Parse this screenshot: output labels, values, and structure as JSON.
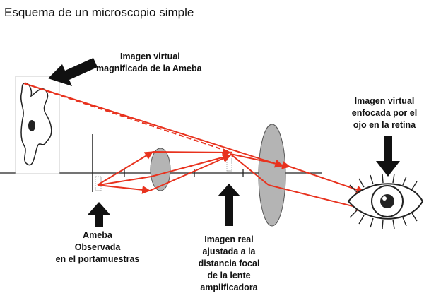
{
  "title": "Esquema de un microscopio simple",
  "labels": {
    "virtual_magnified": [
      "Imagen  virtual",
      "magnificada de la Ameba"
    ],
    "virtual_retina": [
      "Imagen virtual",
      "enfocada por el",
      "ojo en la retina"
    ],
    "ameba_observed": [
      "Ameba",
      "Observada",
      "en el portamuestras"
    ],
    "real_image": [
      "Imagen real",
      "ajustada a la",
      "distancia focal",
      "de la lente",
      "amplificadora"
    ]
  },
  "colors": {
    "ray": "#e8321e",
    "lens": "#b4b4b4",
    "outline": "#222222",
    "arrow": "#111111"
  },
  "icons": [
    "eye-icon",
    "amoeba-icon",
    "pointer-arrow-icon"
  ]
}
